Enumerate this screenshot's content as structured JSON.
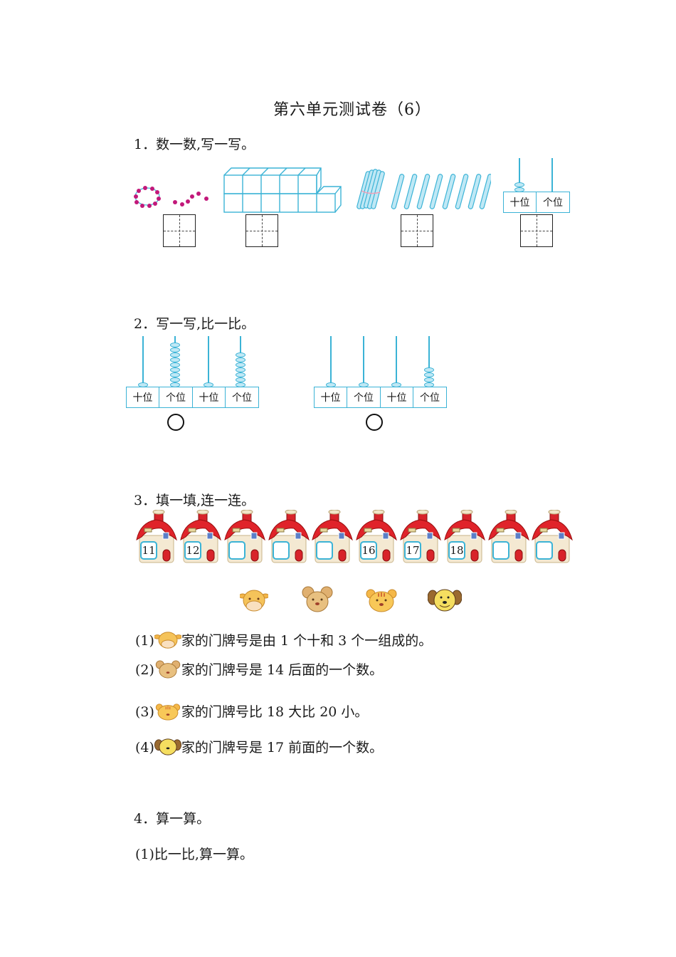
{
  "page": {
    "title": "第六单元测试卷（6）"
  },
  "q1": {
    "heading": "1．数一数,写一写。",
    "items": [
      {
        "type": "beads",
        "description": "10 beads on a ring and 6 loose beads",
        "answer_box": ""
      },
      {
        "type": "cubes",
        "description": "10 cubes in top row + 10 + 1 extra",
        "answer_box": ""
      },
      {
        "type": "sticks",
        "description": "1 bundle of ten sticks and 8 single sticks",
        "answer_box": ""
      },
      {
        "type": "abacus",
        "tens_label": "十位",
        "ones_label": "个位",
        "tens_beads": 2,
        "ones_beads": 0,
        "answer_box": ""
      }
    ]
  },
  "q2": {
    "heading": "2．写一写,比一比。",
    "groups": [
      {
        "abaci": [
          {
            "tens_label": "十位",
            "ones_label": "个位",
            "tens_beads": 1,
            "ones_beads": 9
          },
          {
            "tens_label": "十位",
            "ones_label": "个位",
            "tens_beads": 1,
            "ones_beads": 7
          }
        ],
        "compare_symbol": ""
      },
      {
        "abaci": [
          {
            "tens_label": "十位",
            "ones_label": "个位",
            "tens_beads": 1,
            "ones_beads": 1
          },
          {
            "tens_label": "十位",
            "ones_label": "个位",
            "tens_beads": 1,
            "ones_beads": 4
          }
        ],
        "compare_symbol": ""
      }
    ]
  },
  "q3": {
    "heading": "3．填一填,连一连。",
    "houses": [
      "11",
      "12",
      "",
      "",
      "",
      "16",
      "17",
      "18",
      "",
      ""
    ],
    "animals": [
      "cow",
      "mouse",
      "tiger",
      "dog"
    ],
    "statements": [
      {
        "label": "(1)",
        "animal": "cow",
        "text": "家的门牌号是由 1 个十和 3 个一组成的。"
      },
      {
        "label": "(2)",
        "animal": "mouse",
        "text": "家的门牌号是 14 后面的一个数。"
      },
      {
        "label": "(3)",
        "animal": "tiger",
        "text": "家的门牌号比 18 大比 20 小。"
      },
      {
        "label": "(4)",
        "animal": "dog",
        "text": "家的门牌号是 17 前面的一个数。"
      }
    ]
  },
  "q4": {
    "heading": "4．算一算。",
    "sub1": "(1)比一比,算一算。"
  },
  "colors": {
    "accent_blue": "#3bb3d6",
    "bead_magenta": "#c2187a",
    "roof_red": "#e0232a"
  }
}
